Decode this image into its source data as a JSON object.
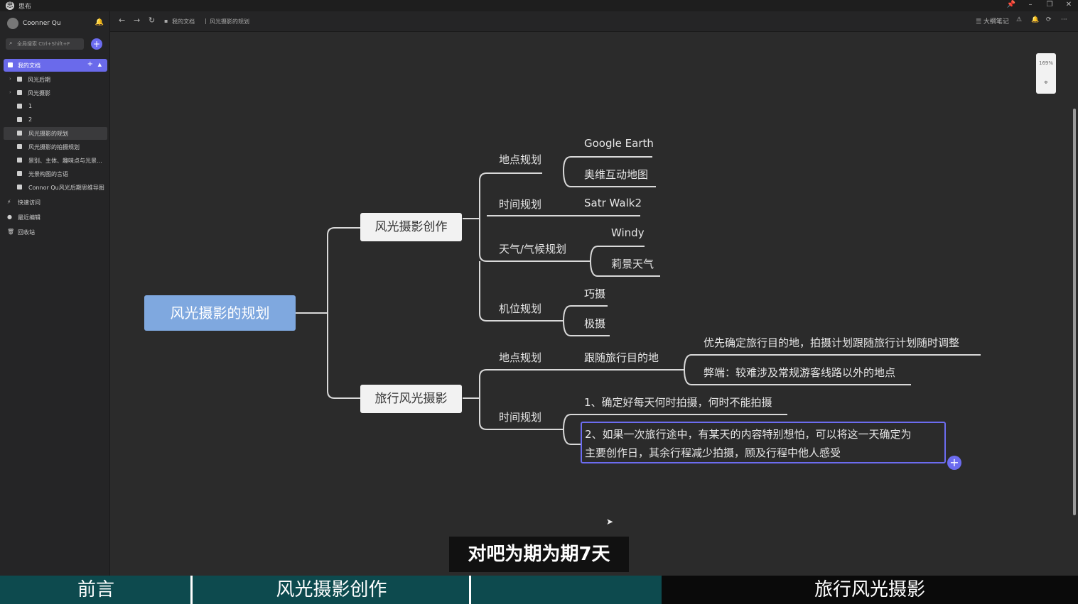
{
  "app": {
    "title": "思布",
    "logo_glyph": "思"
  },
  "window_controls": [
    "📌",
    "–",
    "❐",
    "✕"
  ],
  "sidebar": {
    "user": {
      "name": "Coonner Qu",
      "bell_glyph": "🔔"
    },
    "search": {
      "placeholder": "全局搜索 Ctrl+Shift+F",
      "icon": "search-icon"
    },
    "add_button": "+",
    "tree": [
      {
        "label": "我的文档",
        "type": "root"
      },
      {
        "label": "风光后期",
        "type": "folder"
      },
      {
        "label": "风光摄影",
        "type": "folder"
      },
      {
        "label": "1",
        "type": "doc"
      },
      {
        "label": "2",
        "type": "doc"
      },
      {
        "label": "风光摄影的规划",
        "type": "doc",
        "selected": true
      },
      {
        "label": "风光摄影的拍摄规划",
        "type": "doc"
      },
      {
        "label": "景别、主体、趣味点与光景...",
        "type": "doc"
      },
      {
        "label": "光景构图的言语",
        "type": "doc"
      },
      {
        "label": "Connor Qu风光后期思维导图",
        "type": "doc"
      }
    ],
    "quick_links": [
      "快速访问",
      "最近编辑",
      "回收站"
    ]
  },
  "toolbar": {
    "back": "←",
    "forward": "→",
    "refresh": "↻",
    "breadcrumb": [
      "我的文档",
      "风光摄影的规划"
    ],
    "right_buttons": [
      "☰ 大纲笔记",
      "⚠",
      "🔔",
      "⟳",
      "···"
    ]
  },
  "zoom": {
    "level": "169%",
    "icon": "locate-icon"
  },
  "mindmap": {
    "root": "风光摄影的规划",
    "branch1": "风光摄影创作",
    "branch2": "旅行风光摄影",
    "b1": {
      "location": "地点规划",
      "location_items": [
        "Google Earth",
        "奥维互动地图"
      ],
      "time": "时间规划",
      "time_items": [
        "Satr Walk2"
      ],
      "weather": "天气/气候规划",
      "weather_items": [
        "Windy",
        "莉景天气"
      ],
      "camera": "机位规划",
      "camera_items": [
        "巧摄",
        "极摄"
      ]
    },
    "b2": {
      "location": "地点规划",
      "location_sub": "跟随旅行目的地",
      "location_notes": [
        "优先确定旅行目的地，拍摄计划跟随旅行计划随时调整",
        "弊端：较难涉及常规游客线路以外的地点"
      ],
      "time": "时间规划",
      "time_items": [
        "1、确定好每天何时拍摄，何时不能拍摄"
      ],
      "editing_line1": "2、如果一次旅行途中，有某天的内容特别想怕，可以将这一天确定为",
      "editing_line2": "主要创作日，其余行程减少拍摄，顾及行程中他人感受"
    }
  },
  "subtitle": "对吧为期为期7天",
  "chapters": [
    {
      "label": "前言",
      "color": "#0d4a4e"
    },
    {
      "label": "风光摄影创作",
      "color": "#0d4a4e"
    },
    {
      "label": "",
      "color": "#0d4a4e"
    },
    {
      "label": "旅行风光摄影",
      "color": "#0a0a0a"
    }
  ]
}
